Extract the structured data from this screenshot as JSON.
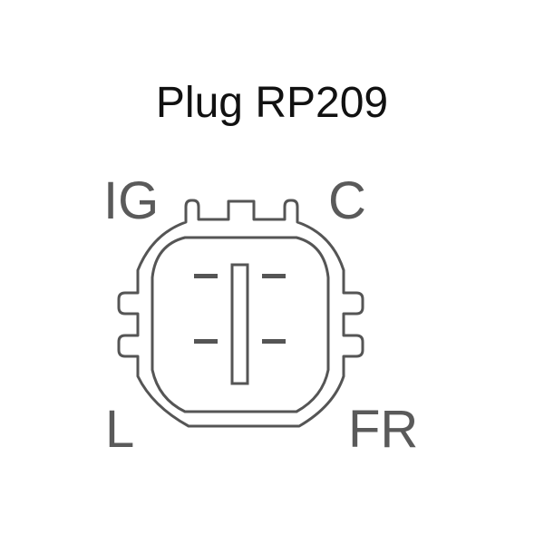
{
  "title": "Plug RP209",
  "pins": {
    "ig": "IG",
    "c": "C",
    "l": "L",
    "fr": "FR"
  },
  "colors": {
    "title": "#111111",
    "label": "#5a5a5a",
    "outline": "#555555"
  }
}
